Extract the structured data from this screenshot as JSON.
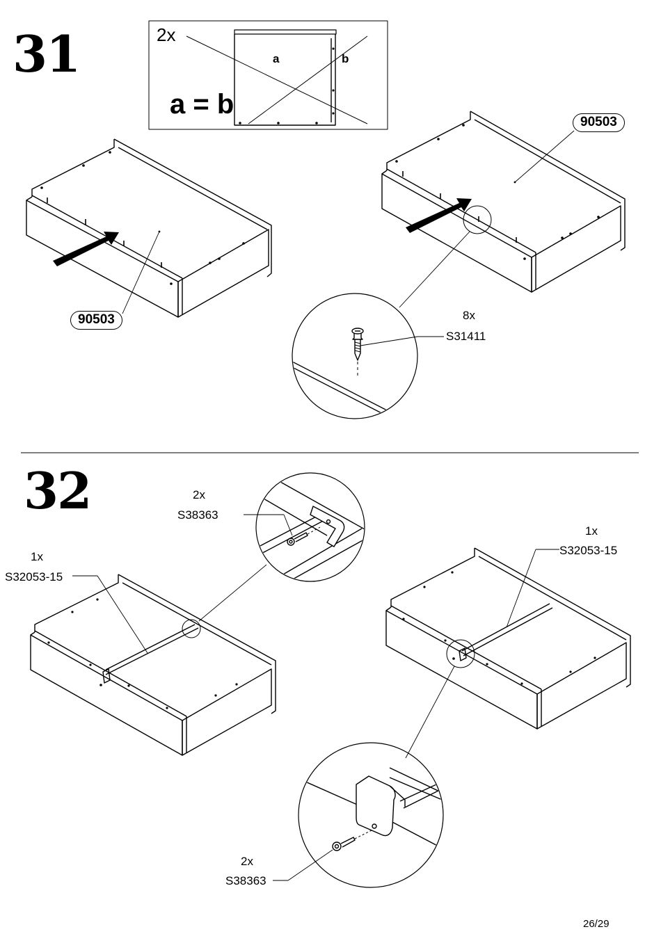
{
  "step31": {
    "number": "31",
    "inset": {
      "count": "2x",
      "label_a": "a",
      "label_b": "b",
      "equation": "a = b"
    },
    "part_left": "90503",
    "part_right": "90503",
    "screw_count": "8x",
    "screw_code": "S31411"
  },
  "step32": {
    "number": "32",
    "left_bracket_count": "2x",
    "left_bracket_code": "S38363",
    "left_rail_count": "1x",
    "left_rail_code": "S32053-15",
    "right_rail_count": "1x",
    "right_rail_code": "S32053-15",
    "bottom_screw_count": "2x",
    "bottom_screw_code": "S38363"
  },
  "page_number": "26/29"
}
